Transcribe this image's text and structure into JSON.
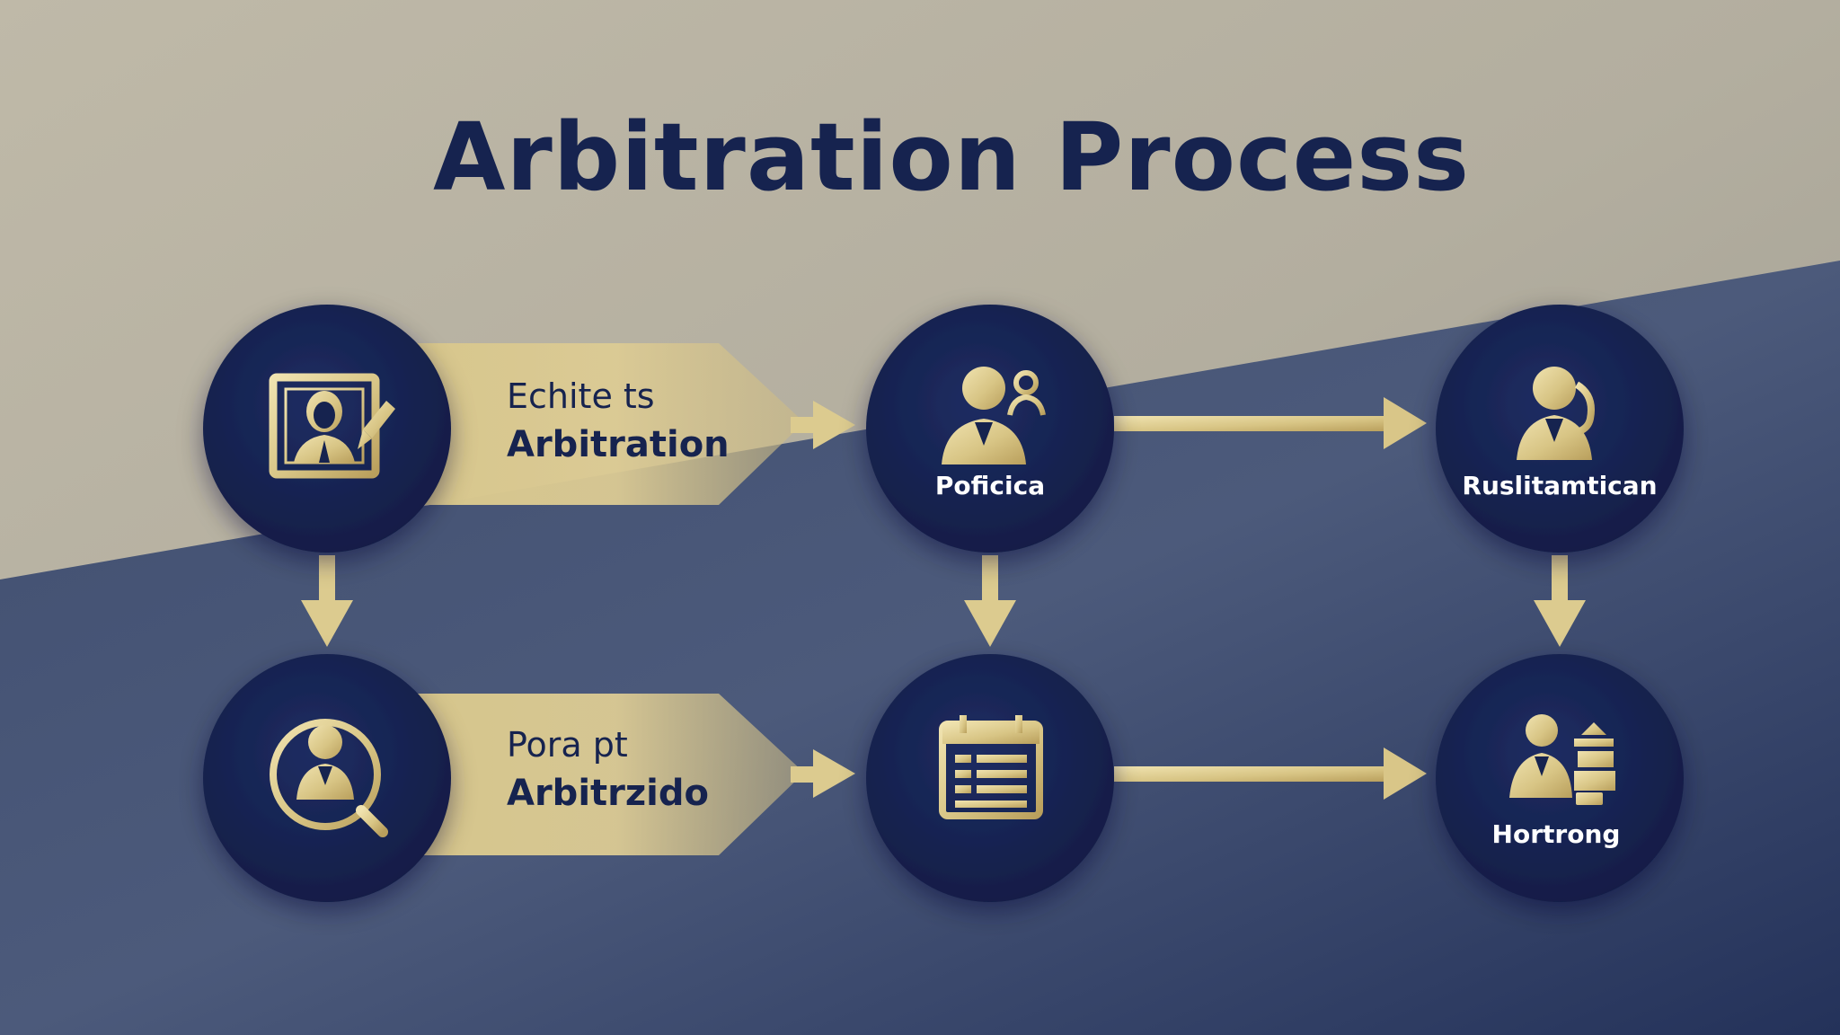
{
  "title": "Arbitration Process",
  "colors": {
    "navy": "#16234f",
    "gold": "#dccb8f",
    "background_top": "#b4afa0",
    "background_bottom": "#4a5878",
    "label_text": "#ffffff"
  },
  "steps": [
    {
      "icon": "portrait-pen-icon",
      "banner_line1": "Echite ts",
      "banner_line2": "Arbitration",
      "label": ""
    },
    {
      "icon": "person-group-icon",
      "banner_line1": "",
      "banner_line2": "",
      "label": "Poficica"
    },
    {
      "icon": "person-headset-icon",
      "banner_line1": "",
      "banner_line2": "",
      "label": "Ruslitamtican"
    },
    {
      "icon": "person-magnifier-icon",
      "banner_line1": "Pora pt",
      "banner_line2": "Arbitrzido",
      "label": ""
    },
    {
      "icon": "calendar-list-icon",
      "banner_line1": "",
      "banner_line2": "",
      "label": ""
    },
    {
      "icon": "person-scales-icon",
      "banner_line1": "",
      "banner_line2": "",
      "label": "Hortrong"
    }
  ],
  "connections": [
    {
      "from": 0,
      "to": 1,
      "direction": "right"
    },
    {
      "from": 1,
      "to": 2,
      "direction": "right"
    },
    {
      "from": 0,
      "to": 3,
      "direction": "down"
    },
    {
      "from": 1,
      "to": 4,
      "direction": "down"
    },
    {
      "from": 2,
      "to": 5,
      "direction": "down"
    },
    {
      "from": 3,
      "to": 4,
      "direction": "right"
    },
    {
      "from": 4,
      "to": 5,
      "direction": "right"
    }
  ]
}
